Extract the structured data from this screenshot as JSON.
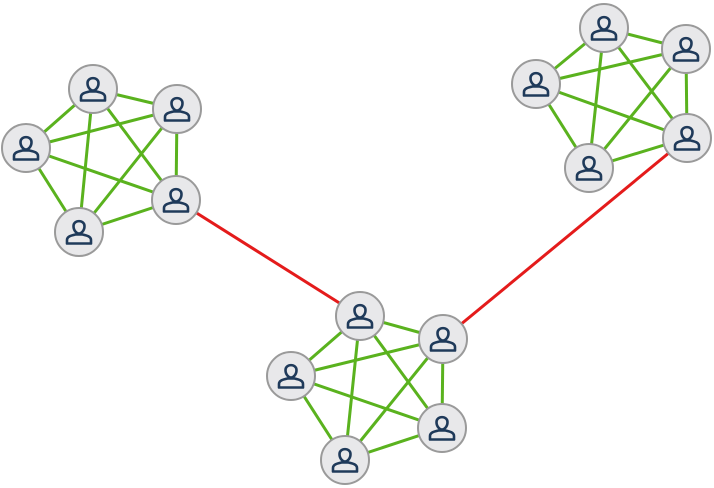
{
  "colors": {
    "intra_edge": "#5ab21e",
    "bridge_edge": "#e41b1b",
    "node_fill": "#e8e8ea",
    "node_stroke": "#9a9a9a",
    "icon": "#1f3a5a"
  },
  "icon_name": "person-icon",
  "clusters": [
    {
      "name": "cluster-left",
      "nodes": [
        "L1",
        "L2",
        "L3",
        "L4",
        "L5"
      ]
    },
    {
      "name": "cluster-right",
      "nodes": [
        "R1",
        "R2",
        "R3",
        "R4",
        "R5"
      ]
    },
    {
      "name": "cluster-bottom",
      "nodes": [
        "B1",
        "B2",
        "B3",
        "B4",
        "B5"
      ]
    }
  ],
  "edges": {
    "intra": [
      [
        "L1",
        "L2"
      ],
      [
        "L1",
        "L3"
      ],
      [
        "L1",
        "L4"
      ],
      [
        "L1",
        "L5"
      ],
      [
        "L2",
        "L3"
      ],
      [
        "L2",
        "L4"
      ],
      [
        "L2",
        "L5"
      ],
      [
        "L3",
        "L4"
      ],
      [
        "L3",
        "L5"
      ],
      [
        "L4",
        "L5"
      ],
      [
        "R1",
        "R2"
      ],
      [
        "R1",
        "R3"
      ],
      [
        "R1",
        "R4"
      ],
      [
        "R1",
        "R5"
      ],
      [
        "R2",
        "R3"
      ],
      [
        "R2",
        "R4"
      ],
      [
        "R2",
        "R5"
      ],
      [
        "R3",
        "R4"
      ],
      [
        "R3",
        "R5"
      ],
      [
        "R4",
        "R5"
      ],
      [
        "B1",
        "B2"
      ],
      [
        "B1",
        "B3"
      ],
      [
        "B1",
        "B4"
      ],
      [
        "B1",
        "B5"
      ],
      [
        "B2",
        "B3"
      ],
      [
        "B2",
        "B4"
      ],
      [
        "B2",
        "B5"
      ],
      [
        "B3",
        "B4"
      ],
      [
        "B3",
        "B5"
      ],
      [
        "B4",
        "B5"
      ]
    ],
    "bridge": [
      [
        "L4",
        "B1"
      ],
      [
        "R4",
        "B2"
      ]
    ]
  }
}
